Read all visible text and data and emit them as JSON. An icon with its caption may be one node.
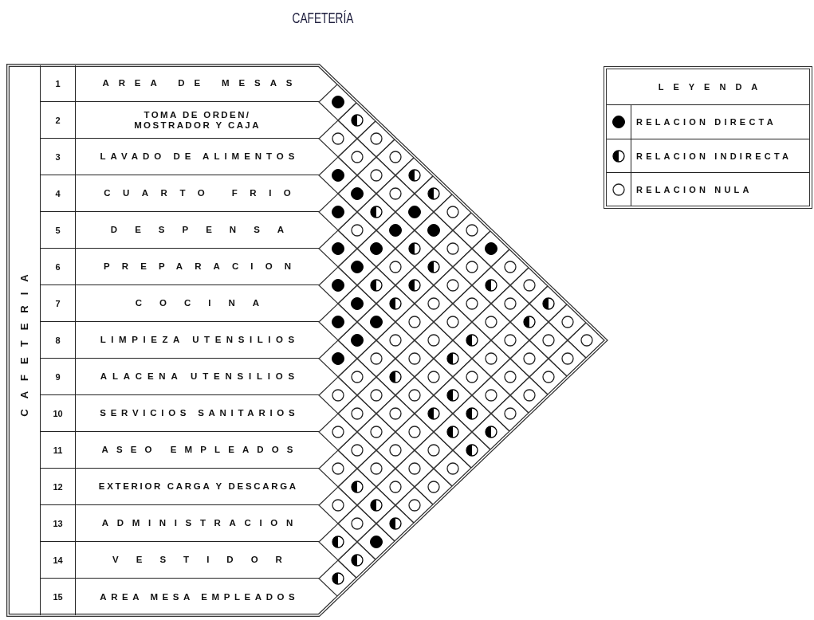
{
  "diagram": {
    "title": "CAFETERÍA",
    "nodes": [
      {
        "text": [
          "CAFETERIA"
        ]
      },
      {
        "text": [
          "1",
          "AREA DE MESAS"
        ],
        "in": 0
      },
      {
        "text": [
          "2",
          "TOMA DE ORDEN/ MOSTRADOR Y CAJA"
        ],
        "in": 0
      },
      {
        "text": [
          "3",
          "LAVADO DE ALIMENTOS"
        ],
        "in": 0
      },
      {
        "text": [
          "4",
          "CUARTO FRIO"
        ],
        "in": 0
      },
      {
        "text": [
          "5",
          "DESPENSA"
        ],
        "in": 0
      },
      {
        "text": [
          "6",
          "PREPARACION"
        ],
        "in": 0
      },
      {
        "text": [
          "7",
          "COCINA"
        ],
        "in": 0
      },
      {
        "text": [
          "8",
          "LIMPIEZA UTENSILIOS"
        ],
        "in": 0
      },
      {
        "text": [
          "9",
          "ALACENA UTENSILIOS"
        ],
        "in": 0
      },
      {
        "text": [
          "10",
          "SERVICIOS SANITARIOS"
        ],
        "in": 0
      },
      {
        "text": [
          "11",
          "ASEO EMPLEADOS"
        ],
        "in": 0
      },
      {
        "text": [
          "12",
          "EXTERIOR CARGA Y DESCARGA"
        ],
        "in": 0
      },
      {
        "text": [
          "13",
          "ADMINISTRACION"
        ],
        "in": 0
      },
      {
        "text": [
          "14",
          "VESTIDOR"
        ],
        "in": 0
      },
      {
        "text": [
          "15",
          "AREA MESA EMPLEADOS"
        ],
        "in": 0
      },
      {
        "text": [],
        "shape": "filled-circle",
        "in": 0
      },
      {
        "text": [],
        "shape": "half-filled-circle",
        "in": 0
      },
      {
        "text": [],
        "shape": "circle",
        "in": 0
      },
      {
        "text": [],
        "shape": "circle",
        "in": 0
      },
      {
        "text": [],
        "shape": "circle",
        "in": 0
      },
      {
        "text": [],
        "shape": "circle",
        "in": 0
      },
      {
        "text": [],
        "shape": "filled-circle",
        "in": 0
      },
      {
        "text": [],
        "shape": "circle",
        "in": 0
      },
      {
        "text": [],
        "shape": "half-filled-circle",
        "in": 0
      },
      {
        "text": [],
        "shape": "filled-circle",
        "in": 0
      },
      {
        "text": [],
        "shape": "circle",
        "in": 0
      },
      {
        "text": [],
        "shape": "half-filled-circle",
        "in": 0
      },
      {
        "text": [],
        "shape": "filled-circle",
        "in": 0
      },
      {
        "text": [],
        "shape": "half-filled-circle",
        "in": 0
      },
      {
        "text": [],
        "shape": "filled-circle",
        "in": 0
      },
      {
        "text": [],
        "shape": "circle",
        "in": 0
      },
      {
        "text": [],
        "shape": "circle",
        "in": 0
      },
      {
        "text": [],
        "shape": "filled-circle",
        "in": 0
      },
      {
        "text": [],
        "shape": "filled-circle",
        "in": 0
      },
      {
        "text": [],
        "shape": "circle",
        "in": 0
      },
      {
        "text": [],
        "shape": "filled-circle",
        "in": 0
      },
      {
        "text": [],
        "shape": "filled-circle",
        "in": 0
      },
      {
        "text": [],
        "shape": "half-filled-circle",
        "in": 0
      },
      {
        "text": [],
        "shape": "circle",
        "in": 0
      },
      {
        "text": [],
        "shape": "filled-circle",
        "in": 0
      },
      {
        "text": [],
        "shape": "filled-circle",
        "in": 0
      },
      {
        "text": [],
        "shape": "circle",
        "in": 0
      },
      {
        "text": [],
        "shape": "half-filled-circle",
        "in": 0
      },
      {
        "text": [],
        "shape": "circle",
        "in": 0
      },
      {
        "text": [],
        "shape": "circle",
        "in": 0
      },
      {
        "text": [],
        "shape": "filled-circle",
        "in": 0
      },
      {
        "text": [],
        "shape": "half-filled-circle",
        "in": 0
      },
      {
        "text": [],
        "shape": "half-filled-circle",
        "in": 0
      },
      {
        "text": [],
        "shape": "circle",
        "in": 0
      },
      {
        "text": [],
        "shape": "half-filled-circle",
        "in": 0
      },
      {
        "text": [],
        "shape": "circle",
        "in": 0
      },
      {
        "text": [],
        "shape": "filled-circle",
        "in": 0
      },
      {
        "text": [],
        "shape": "half-filled-circle",
        "in": 0
      },
      {
        "text": [],
        "shape": "circle",
        "in": 0
      },
      {
        "text": [],
        "shape": "circle",
        "in": 0
      },
      {
        "text": [],
        "shape": "circle",
        "in": 0
      },
      {
        "text": [],
        "shape": "half-filled-circle",
        "in": 0
      },
      {
        "text": [],
        "shape": "filled-circle",
        "in": 0
      },
      {
        "text": [],
        "shape": "filled-circle",
        "in": 0
      },
      {
        "text": [],
        "shape": "circle",
        "in": 0
      },
      {
        "text": [],
        "shape": "circle",
        "in": 0
      },
      {
        "text": [],
        "shape": "circle",
        "in": 0
      },
      {
        "text": [],
        "shape": "half-filled-circle",
        "in": 0
      },
      {
        "text": [],
        "shape": "circle",
        "in": 0
      },
      {
        "text": [],
        "shape": "filled-circle",
        "in": 0
      },
      {
        "text": [],
        "shape": "circle",
        "in": 0
      },
      {
        "text": [],
        "shape": "circle",
        "in": 0
      },
      {
        "text": [],
        "shape": "half-filled-circle",
        "in": 0
      },
      {
        "text": [],
        "shape": "circle",
        "in": 0
      },
      {
        "text": [],
        "shape": "circle",
        "in": 0
      },
      {
        "text": [],
        "shape": "circle",
        "in": 0
      },
      {
        "text": [],
        "shape": "filled-circle",
        "in": 0
      },
      {
        "text": [],
        "shape": "circle",
        "in": 0
      },
      {
        "text": [],
        "shape": "circle",
        "in": 0
      },
      {
        "text": [],
        "shape": "half-filled-circle",
        "in": 0
      },
      {
        "text": [],
        "shape": "circle",
        "in": 0
      },
      {
        "text": [],
        "shape": "circle",
        "in": 0
      },
      {
        "text": [],
        "shape": "circle",
        "in": 0
      },
      {
        "text": [],
        "shape": "circle",
        "in": 0
      },
      {
        "text": [],
        "shape": "half-filled-circle",
        "in": 0
      },
      {
        "text": [],
        "shape": "circle",
        "in": 0
      },
      {
        "text": [],
        "shape": "circle",
        "in": 0
      },
      {
        "text": [],
        "shape": "circle",
        "in": 0
      },
      {
        "text": [],
        "shape": "circle",
        "in": 0
      },
      {
        "text": [],
        "shape": "circle",
        "in": 0
      },
      {
        "text": [],
        "shape": "circle",
        "in": 0
      },
      {
        "text": [],
        "shape": "circle",
        "in": 0
      },
      {
        "text": [],
        "shape": "half-filled-circle",
        "in": 0
      },
      {
        "text": [],
        "shape": "circle",
        "in": 0
      },
      {
        "text": [],
        "shape": "circle",
        "in": 0
      },
      {
        "text": [],
        "shape": "circle",
        "in": 0
      },
      {
        "text": [],
        "shape": "circle",
        "in": 0
      },
      {
        "text": [],
        "shape": "half-filled-circle",
        "in": 0
      },
      {
        "text": [],
        "shape": "half-filled-circle",
        "in": 0
      },
      {
        "text": [],
        "shape": "circle",
        "in": 0
      },
      {
        "text": [],
        "shape": "circle",
        "in": 0
      },
      {
        "text": [],
        "shape": "circle",
        "in": 0
      },
      {
        "text": [],
        "shape": "circle",
        "in": 0
      },
      {
        "text": [],
        "shape": "half-filled-circle",
        "in": 0
      },
      {
        "text": [],
        "shape": "half-filled-circle",
        "in": 0
      },
      {
        "text": [],
        "shape": "circle",
        "in": 0
      },
      {
        "text": [],
        "shape": "circle",
        "in": 0
      },
      {
        "text": [],
        "shape": "circle",
        "in": 0
      },
      {
        "text": [],
        "shape": "half-filled-circle",
        "in": 0
      },
      {
        "text": [],
        "shape": "circle",
        "in": 0
      },
      {
        "text": [],
        "shape": "circle",
        "in": 0
      },
      {
        "text": [],
        "shape": "circle",
        "in": 0
      },
      {
        "text": [],
        "shape": "circle",
        "in": 0
      },
      {
        "text": [],
        "shape": "half-filled-circle",
        "in": 0
      },
      {
        "text": [],
        "shape": "circle",
        "in": 0
      },
      {
        "text": [],
        "shape": "circle",
        "in": 0
      },
      {
        "text": [],
        "shape": "circle",
        "in": 0
      },
      {
        "text": [],
        "shape": "half-filled-circle",
        "in": 0
      },
      {
        "text": [],
        "shape": "circle",
        "in": 0
      },
      {
        "text": [],
        "shape": "circle",
        "in": 0
      },
      {
        "text": [],
        "shape": "half-filled-circle",
        "in": 0
      },
      {
        "text": [],
        "shape": "half-filled-circle",
        "in": 0
      },
      {
        "text": [],
        "shape": "filled-circle",
        "in": 0
      },
      {
        "text": [],
        "shape": "half-filled-circle",
        "in": 0
      },
      {
        "text": [],
        "shape": "half-filled-circle",
        "in": 0
      }
    ],
    "labels": [
      "LEYENDA"
    ],
    "legend": [
      {
        "text": "RELACION DIRECTA"
      },
      {
        "text": "RELACION INDIRECTA"
      },
      {
        "text": "RELACION NULA"
      }
    ]
  }
}
